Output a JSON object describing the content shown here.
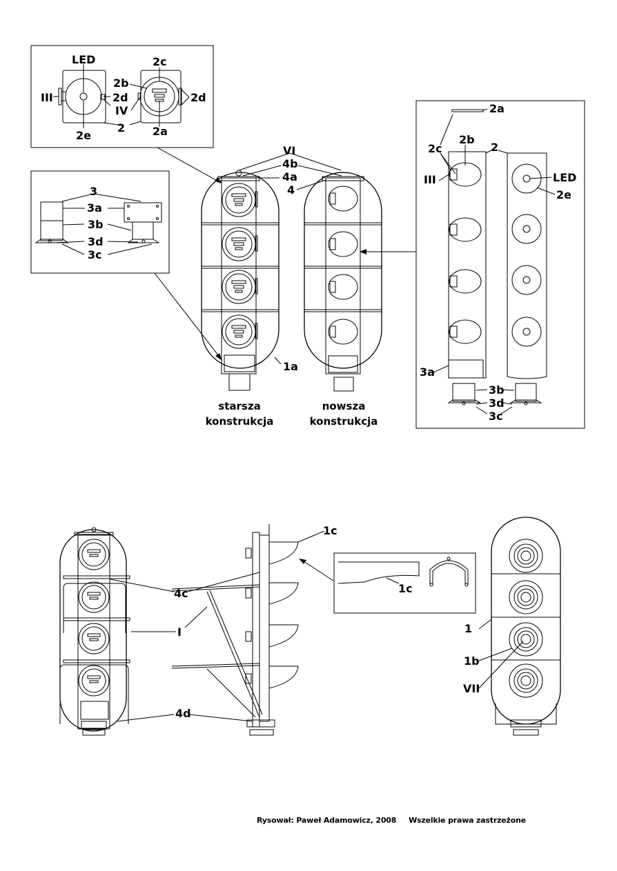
{
  "labels": {
    "led": "LED",
    "l2c": "2c",
    "l2b": "2b",
    "l2d": "2d",
    "l3": "III",
    "l4": "IV",
    "l2": "2",
    "l2e": "2e",
    "l2a": "2a",
    "lvi": "VI",
    "l4b": "4b",
    "l4a": "4a",
    "l4n": "4",
    "l3n": "3",
    "l3a": "3a",
    "l3b": "3b",
    "l3d": "3d",
    "l3c": "3c",
    "l1a": "1a",
    "l1c": "1c",
    "l4c": "4c",
    "li": "I",
    "l4d": "4d",
    "l1": "1",
    "l1b": "1b",
    "lvii": "VII"
  },
  "captions": {
    "older_line1": "starsza",
    "older_line2": "konstrukcja",
    "newer_line1": "nowsza",
    "newer_line2": "konstrukcja"
  },
  "footer": {
    "drawn_by": "Rysował: Paweł Adamowicz, 2008",
    "rights": "Wszelkie prawa zastrzeżone"
  }
}
